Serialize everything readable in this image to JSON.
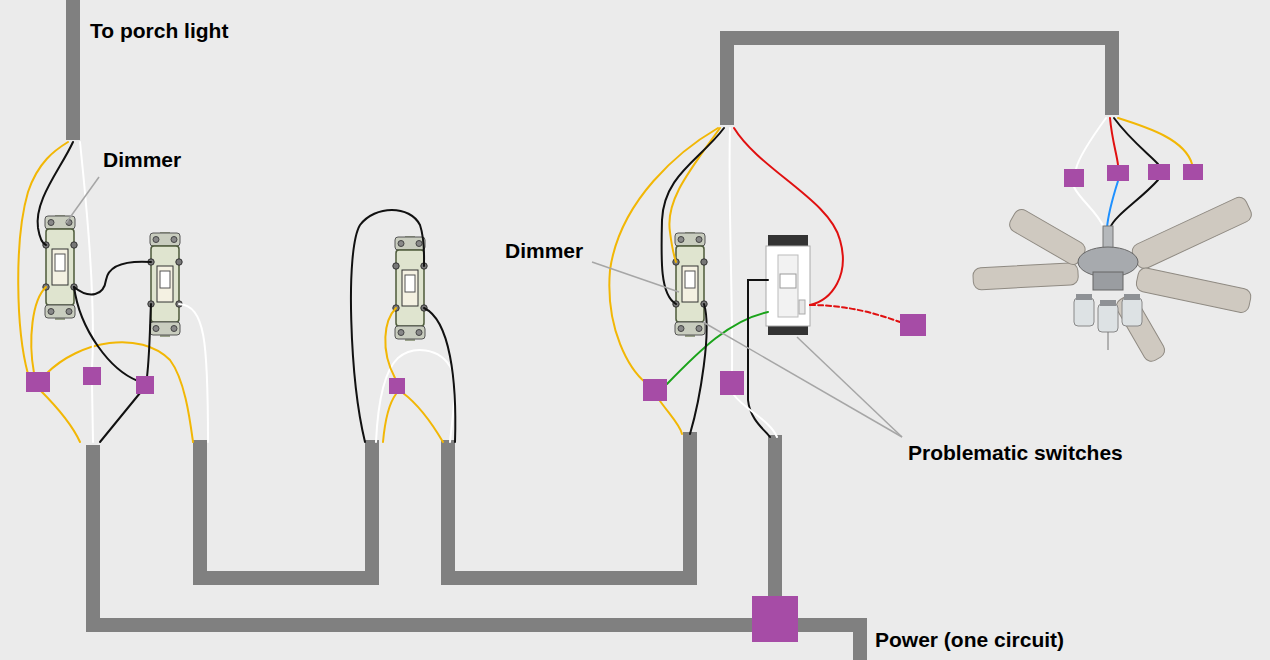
{
  "diagram": {
    "labels": [
      "To porch light",
      "Dimmer",
      "Dimmer",
      "Problematic switches",
      "Power (one circuit)"
    ]
  }
}
